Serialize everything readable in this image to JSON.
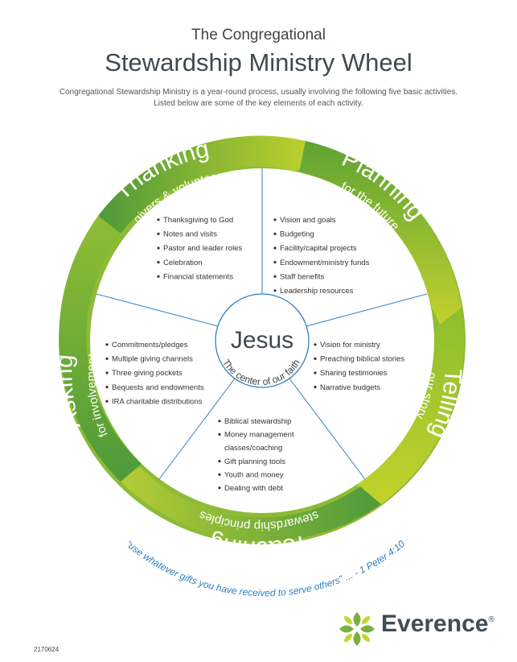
{
  "header": {
    "subtitle": "The Congregational",
    "title": "Stewardship Ministry Wheel",
    "intro_line1": "Congregational Stewardship Ministry is a year-round process, usually involving the following five basic activities.",
    "intro_line2": "Listed below are some of the key elements of each activity."
  },
  "center": {
    "name": "Jesus",
    "tagline": "The center of our faith"
  },
  "segments": {
    "thanking": {
      "title": "Thanking",
      "subtitle": "givers & volunteers",
      "items": [
        "Thanksgiving to God",
        "Notes and visits",
        "Pastor and leader roles",
        "Celebration",
        "Financial statements"
      ]
    },
    "planning": {
      "title": "Planning",
      "subtitle": "for the future",
      "items": [
        "Vision and goals",
        "Budgeting",
        "Facility/capital projects",
        "Endowment/ministry funds",
        "Staff benefits",
        "Leadership resources"
      ]
    },
    "telling": {
      "title": "Telling",
      "subtitle": "our story",
      "items": [
        "Vision for ministry",
        "Preaching biblical stories",
        "Sharing testimonies",
        "Narrative budgets"
      ]
    },
    "teaching": {
      "title": "Teaching",
      "subtitle": "stewardship principles",
      "items": [
        "Biblical stewardship",
        "Money management",
        "classes/coaching",
        "Gift planning tools",
        "Youth and money",
        "Dealing with debt"
      ]
    },
    "asking": {
      "title": "Asking",
      "subtitle": "for involvement",
      "items": [
        "Commitments/pledges",
        "Multiple giving channels",
        "Three giving pockets",
        "Bequests and endowments",
        "IRA charitable distributions"
      ]
    }
  },
  "quote": "“use whatever gifts you have received to serve others” ...  - 1 Peter 4:10",
  "footer": {
    "doc_number": "2170624",
    "brand": "Everence",
    "registered": "®"
  },
  "colors": {
    "green_dark": "#4e9a3a",
    "green_light": "#c6d32c",
    "text_gray": "#333333",
    "quote_blue": "#2f7fc1",
    "divider_blue": "#2f7fc1"
  }
}
